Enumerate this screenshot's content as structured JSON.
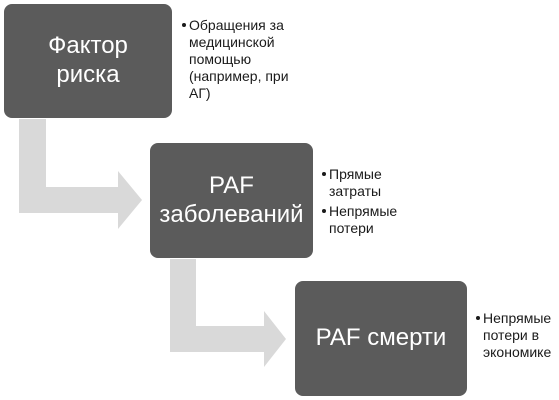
{
  "colors": {
    "box_fill": "#5b5b5b",
    "box_text": "#ffffff",
    "arrow_fill": "#d9d9d9",
    "bullet_text": "#1a1a1a"
  },
  "stages": [
    {
      "label_lines": [
        "Фактор",
        "риска"
      ],
      "bullets": [
        {
          "lines": [
            "Обращения за",
            "медицинской",
            "помощью",
            "(например, при",
            "АГ)"
          ]
        }
      ]
    },
    {
      "label_lines": [
        "PAF",
        "заболеваний"
      ],
      "bullets": [
        {
          "lines": [
            "Прямые",
            "затраты"
          ]
        },
        {
          "lines": [
            "Непрямые",
            "потери"
          ]
        }
      ]
    },
    {
      "label_lines": [
        "PAF смерти"
      ],
      "bullets": [
        {
          "lines": [
            "Непрямые",
            "потери в",
            "экономике"
          ]
        }
      ]
    }
  ]
}
